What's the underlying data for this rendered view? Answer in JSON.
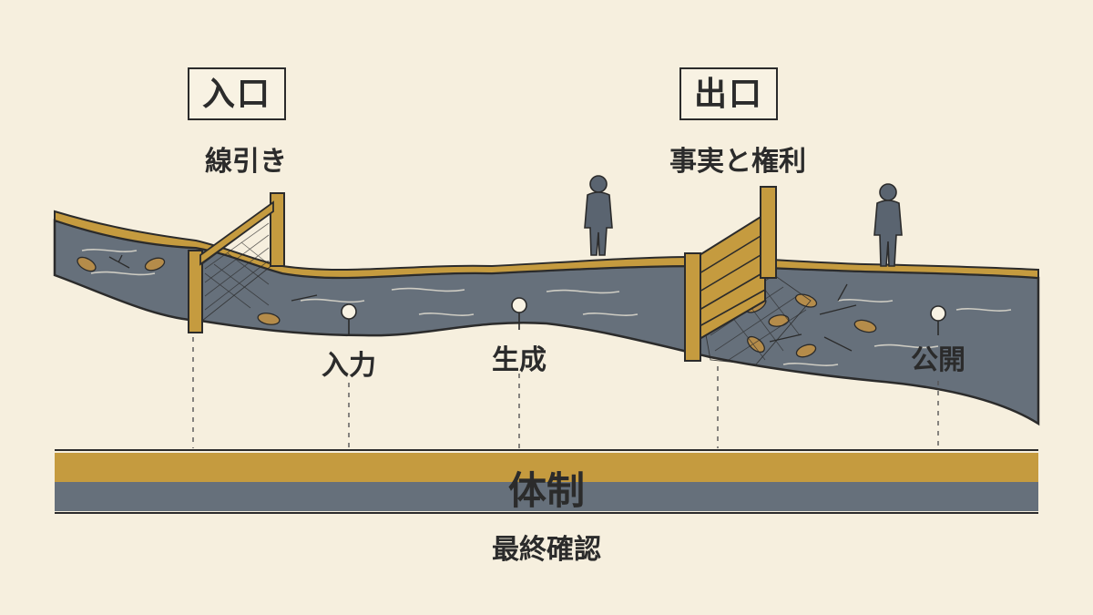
{
  "entrance": {
    "title": "入口",
    "subtitle": "線引き"
  },
  "exit": {
    "title": "出口",
    "subtitle": "事実と権利"
  },
  "stages": {
    "input": "入力",
    "generation": "生成",
    "publication": "公開"
  },
  "foundation": {
    "label": "体制",
    "sublabel": "最終確認"
  },
  "colors": {
    "background": "#f6efde",
    "river": "#66707b",
    "bank": "#c59b3f",
    "outline": "#2b2b2b"
  }
}
